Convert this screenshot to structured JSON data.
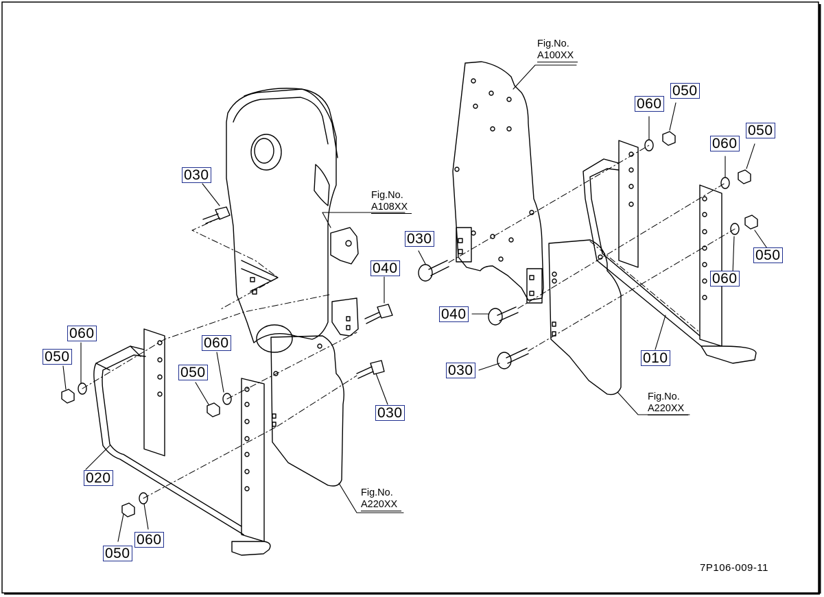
{
  "drawing_code": "7P106-009-11",
  "callouts": [
    {
      "id": "c030a",
      "label": "030"
    },
    {
      "id": "c040a",
      "label": "040"
    },
    {
      "id": "c030b",
      "label": "030"
    },
    {
      "id": "c060a",
      "label": "060"
    },
    {
      "id": "c050a",
      "label": "050"
    },
    {
      "id": "c060b",
      "label": "060"
    },
    {
      "id": "c050b",
      "label": "050"
    },
    {
      "id": "c020",
      "label": "020"
    },
    {
      "id": "c050c",
      "label": "050"
    },
    {
      "id": "c060c",
      "label": "060"
    },
    {
      "id": "c030c",
      "label": "030"
    },
    {
      "id": "c040b",
      "label": "040"
    },
    {
      "id": "c030d",
      "label": "030"
    },
    {
      "id": "c060d",
      "label": "060"
    },
    {
      "id": "c050d",
      "label": "050"
    },
    {
      "id": "c060e",
      "label": "060"
    },
    {
      "id": "c050e",
      "label": "050"
    },
    {
      "id": "c050f",
      "label": "050"
    },
    {
      "id": "c060f",
      "label": "060"
    },
    {
      "id": "c010",
      "label": "010"
    }
  ],
  "figure_refs": [
    {
      "id": "f108",
      "line1": "Fig.No.",
      "line2": "A108XX"
    },
    {
      "id": "f220a",
      "line1": "Fig.No.",
      "line2": "A220XX"
    },
    {
      "id": "f100",
      "line1": "Fig.No.",
      "line2": "A100XX"
    },
    {
      "id": "f220b",
      "line1": "Fig.No.",
      "line2": "A220XX"
    }
  ]
}
